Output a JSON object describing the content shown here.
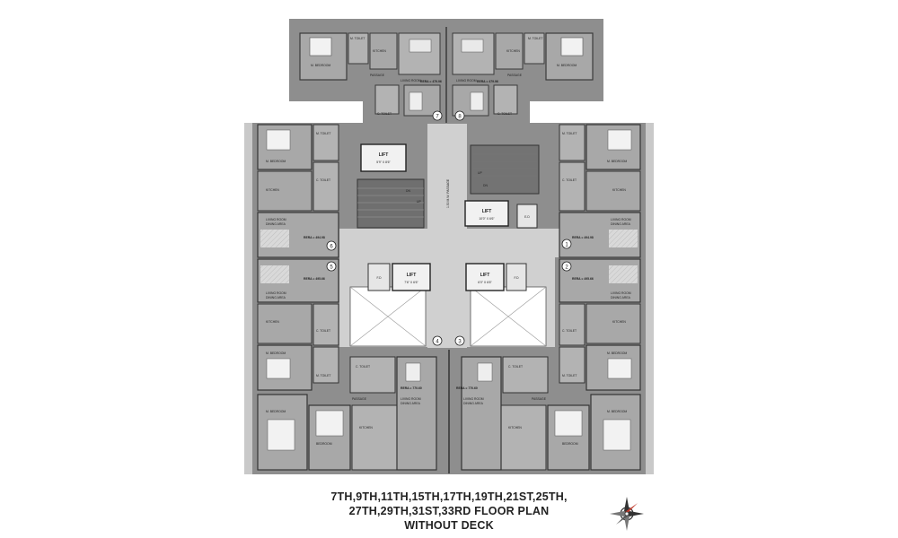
{
  "plan": {
    "caption_lines": [
      "7TH,9TH,11TH,15TH,17TH,19TH,21ST,25TH,",
      "27TH,29TH,31ST,33RD FLOOR PLAN",
      "WITHOUT DECK"
    ],
    "core": {
      "lift_1": {
        "title": "LIFT",
        "size": "5'9\" X 8'6\""
      },
      "lift_2": {
        "title": "LIFT",
        "size": "10'0\" X 6'6\""
      },
      "lift_3": {
        "title": "LIFT",
        "size": "7'6\" X 6'6\""
      },
      "lift_4": {
        "title": "LIFT",
        "size": "6'0\" X 6'6\""
      },
      "passage": "1.50 M.W. PASSAGE",
      "stair_up": "UP",
      "stair_dn": "DN",
      "fd": "F.D",
      "ed": "E.D"
    },
    "units": [
      {
        "no": "1",
        "rera": "RERA = 494.98"
      },
      {
        "no": "2",
        "rera": "RERA = 495.66"
      },
      {
        "no": "3",
        "rera": "RERA = 770.60"
      },
      {
        "no": "4",
        "rera": "RERA = 770.60"
      },
      {
        "no": "5",
        "rera": "RERA = 495.66"
      },
      {
        "no": "6",
        "rera": "RERA = 494.98"
      },
      {
        "no": "7",
        "rera": "RERA = 479.96"
      },
      {
        "no": "8",
        "rera": "RERA = 479.96"
      }
    ],
    "room_labels": {
      "m_bedroom": "M. BEDROOM",
      "bedroom": "BEDROOM",
      "kitchen": "KITCHEN",
      "living": "LIVING ROOM",
      "dining": "DINING AREA",
      "m_toilet": "M. TOILET",
      "c_toilet": "C. TOILET",
      "toilet": "TOILET",
      "passage": "PASSAGE"
    }
  },
  "compass": {
    "icon": "compass-rose-icon",
    "color_accent": "#c0392b"
  }
}
